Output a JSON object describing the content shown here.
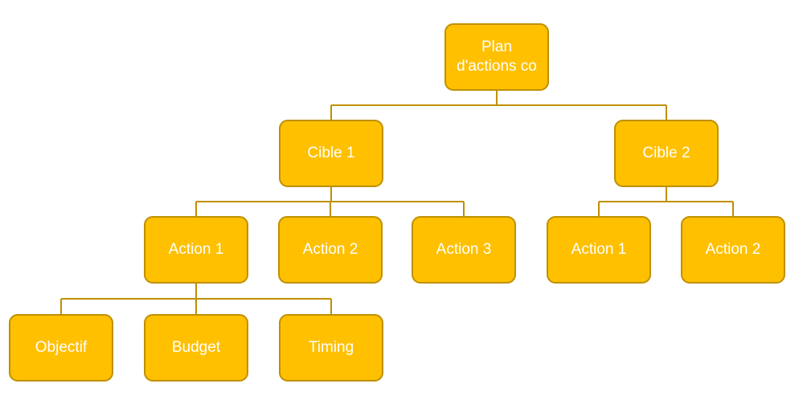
{
  "diagram": {
    "type": "org-chart",
    "background": "#FFFFFF",
    "colors": {
      "background": "#FFFFFF",
      "node_fill": "#FFC000",
      "node_border": "#BF9000",
      "connector": "#BF9000",
      "node_text": "#FFFFFF"
    },
    "nodes": [
      {
        "id": "plan",
        "label": "Plan d'actions co",
        "parent": null
      },
      {
        "id": "cible-1",
        "label": "Cible 1",
        "parent": "plan"
      },
      {
        "id": "cible-2",
        "label": "Cible 2",
        "parent": "plan"
      },
      {
        "id": "cible1-action-1",
        "label": "Action 1",
        "parent": "cible-1"
      },
      {
        "id": "cible1-action-2",
        "label": "Action 2",
        "parent": "cible-1"
      },
      {
        "id": "cible1-action-3",
        "label": "Action 3",
        "parent": "cible-1"
      },
      {
        "id": "cible2-action-1",
        "label": "Action 1",
        "parent": "cible-2"
      },
      {
        "id": "cible2-action-2",
        "label": "Action 2",
        "parent": "cible-2"
      },
      {
        "id": "objectif",
        "label": "Objectif",
        "parent": "cible1-action-1"
      },
      {
        "id": "budget",
        "label": "Budget",
        "parent": "cible1-action-1"
      },
      {
        "id": "timing",
        "label": "Timing",
        "parent": "cible1-action-1"
      }
    ]
  }
}
